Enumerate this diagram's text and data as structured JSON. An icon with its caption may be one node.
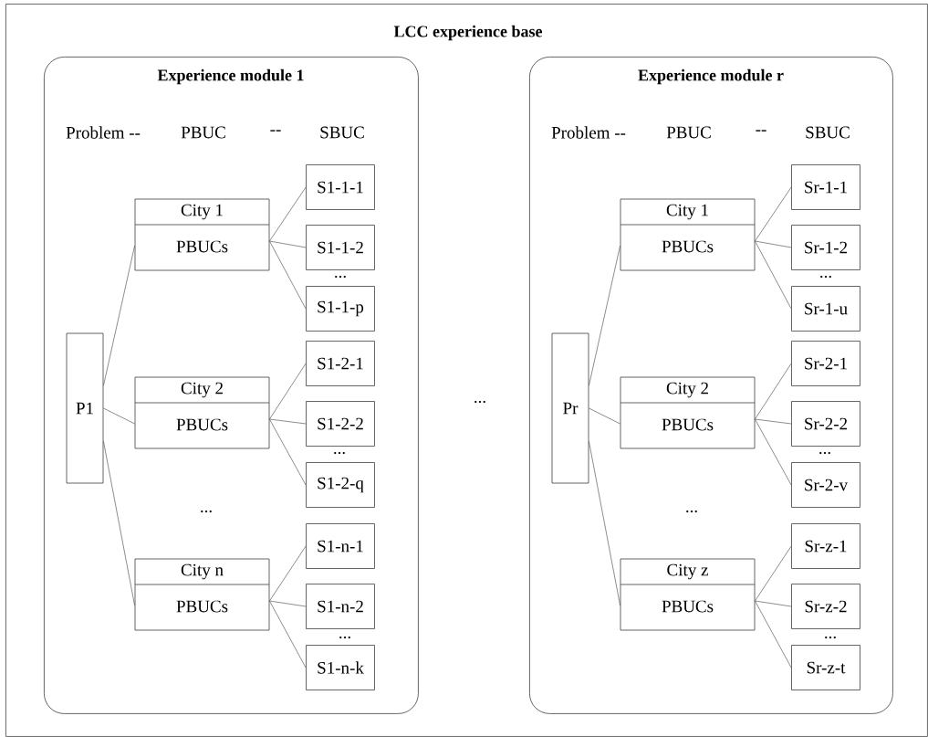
{
  "diagram": {
    "nodes": [
      {
        "text": [
          "LCC experience base"
        ]
      },
      {
        "text": [
          "Experience module 1"
        ],
        "in": 0
      },
      {
        "text": [
          "P1"
        ],
        "in": 1
      },
      {
        "text": [
          "City 1",
          "PBUCs"
        ],
        "in": 1
      },
      {
        "text": [
          "S1-1-1"
        ],
        "in": 1
      },
      {
        "text": [
          "S1-1-2"
        ],
        "in": 1
      },
      {
        "text": [
          "S1-1-p"
        ],
        "in": 1
      },
      {
        "text": [
          "City 2",
          "PBUCs"
        ],
        "in": 1
      },
      {
        "text": [
          "S1-2-1"
        ],
        "in": 1
      },
      {
        "text": [
          "S1-2-2"
        ],
        "in": 1
      },
      {
        "text": [
          "S1-2-q"
        ],
        "in": 1
      },
      {
        "text": [
          "City n",
          "PBUCs"
        ],
        "in": 1
      },
      {
        "text": [
          "S1-n-1"
        ],
        "in": 1
      },
      {
        "text": [
          "S1-n-2"
        ],
        "in": 1
      },
      {
        "text": [
          "S1-n-k"
        ],
        "in": 1
      },
      {
        "text": [
          "Experience module r"
        ],
        "in": 0
      },
      {
        "text": [
          "Pr"
        ],
        "in": 15
      },
      {
        "text": [
          "City 1",
          "PBUCs"
        ],
        "in": 15
      },
      {
        "text": [
          "Sr-1-1"
        ],
        "in": 15
      },
      {
        "text": [
          "Sr-1-2"
        ],
        "in": 15
      },
      {
        "text": [
          "Sr-1-u"
        ],
        "in": 15
      },
      {
        "text": [
          "City 2",
          "PBUCs"
        ],
        "in": 15
      },
      {
        "text": [
          "Sr-2-1"
        ],
        "in": 15
      },
      {
        "text": [
          "Sr-2-2"
        ],
        "in": 15
      },
      {
        "text": [
          "Sr-2-v"
        ],
        "in": 15
      },
      {
        "text": [
          "City z",
          "PBUCs"
        ],
        "in": 15
      },
      {
        "text": [
          "Sr-z-1"
        ],
        "in": 15
      },
      {
        "text": [
          "Sr-z-2"
        ],
        "in": 15
      },
      {
        "text": [
          "Sr-z-t"
        ],
        "in": 15
      }
    ],
    "edges": [
      {
        "from": 2,
        "to": 3,
        "arrow": "none"
      },
      {
        "from": 2,
        "to": 7,
        "arrow": "none"
      },
      {
        "from": 2,
        "to": 11,
        "arrow": "none"
      },
      {
        "from": 3,
        "to": 4,
        "arrow": "none"
      },
      {
        "from": 3,
        "to": 5,
        "arrow": "none"
      },
      {
        "from": 3,
        "to": 6,
        "arrow": "none"
      },
      {
        "from": 7,
        "to": 8,
        "arrow": "none"
      },
      {
        "from": 7,
        "to": 9,
        "arrow": "none"
      },
      {
        "from": 7,
        "to": 10,
        "arrow": "none"
      },
      {
        "from": 11,
        "to": 12,
        "arrow": "none"
      },
      {
        "from": 11,
        "to": 13,
        "arrow": "none"
      },
      {
        "from": 11,
        "to": 14,
        "arrow": "none"
      },
      {
        "from": 16,
        "to": 17,
        "arrow": "none"
      },
      {
        "from": 16,
        "to": 21,
        "arrow": "none"
      },
      {
        "from": 16,
        "to": 25,
        "arrow": "none"
      },
      {
        "from": 17,
        "to": 18,
        "arrow": "none"
      },
      {
        "from": 17,
        "to": 19,
        "arrow": "none"
      },
      {
        "from": 17,
        "to": 20,
        "arrow": "none"
      },
      {
        "from": 21,
        "to": 22,
        "arrow": "none"
      },
      {
        "from": 21,
        "to": 23,
        "arrow": "none"
      },
      {
        "from": 21,
        "to": 24,
        "arrow": "none"
      },
      {
        "from": 25,
        "to": 26,
        "arrow": "none"
      },
      {
        "from": 25,
        "to": 27,
        "arrow": "none"
      },
      {
        "from": 25,
        "to": 28,
        "arrow": "none"
      }
    ],
    "labels": [
      "Problem --",
      "PBUC",
      "--",
      "SBUC",
      "...",
      "...",
      "...",
      "...",
      "...",
      "Problem --",
      "PBUC",
      "--",
      "SBUC",
      "...",
      "...",
      "...",
      "..."
    ]
  }
}
